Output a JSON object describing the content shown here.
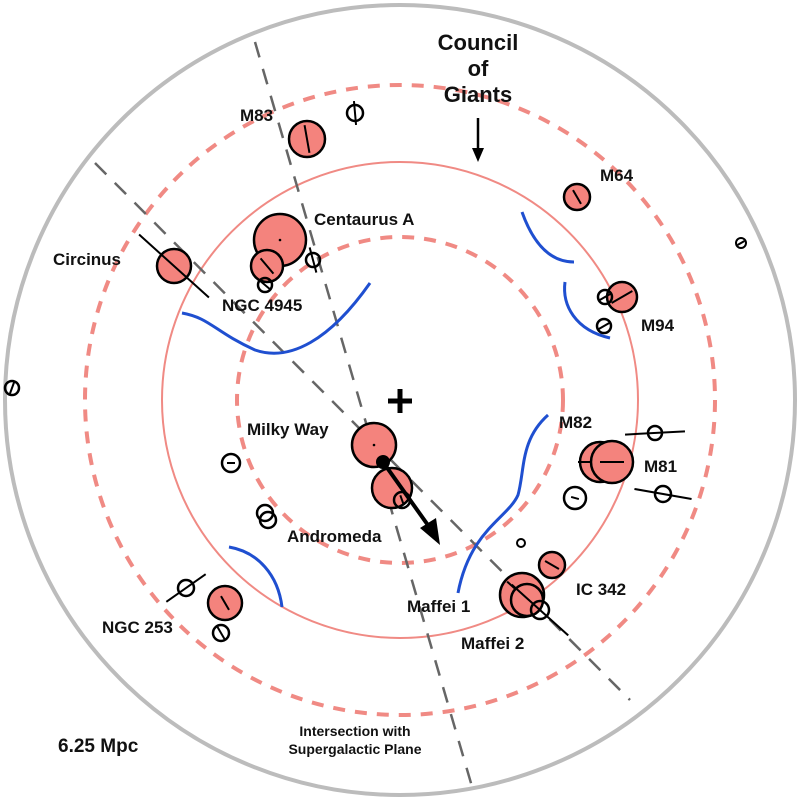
{
  "title": {
    "line1": "Council",
    "line2": "of",
    "line3": "Giants"
  },
  "scale_label": "6.25 Mpc",
  "plane_note": {
    "line1": "Intersection with",
    "line2": "Supergalactic Plane"
  },
  "labels": {
    "m83": "M83",
    "centaurus_a": "Centaurus A",
    "circinus": "Circinus",
    "ngc4945": "NGC 4945",
    "m64": "M64",
    "m94": "M94",
    "milky_way": "Milky Way",
    "andromeda": "Andromeda",
    "m82": "M82",
    "m81": "M81",
    "ic342": "IC 342",
    "maffei1": "Maffei 1",
    "maffei2": "Maffei 2",
    "ngc253": "NGC 253"
  },
  "colors": {
    "galaxy_fill": "#f4837d",
    "ring": "#f08a84",
    "blue": "#1f4fd0",
    "outer": "#b8b8b8"
  }
}
